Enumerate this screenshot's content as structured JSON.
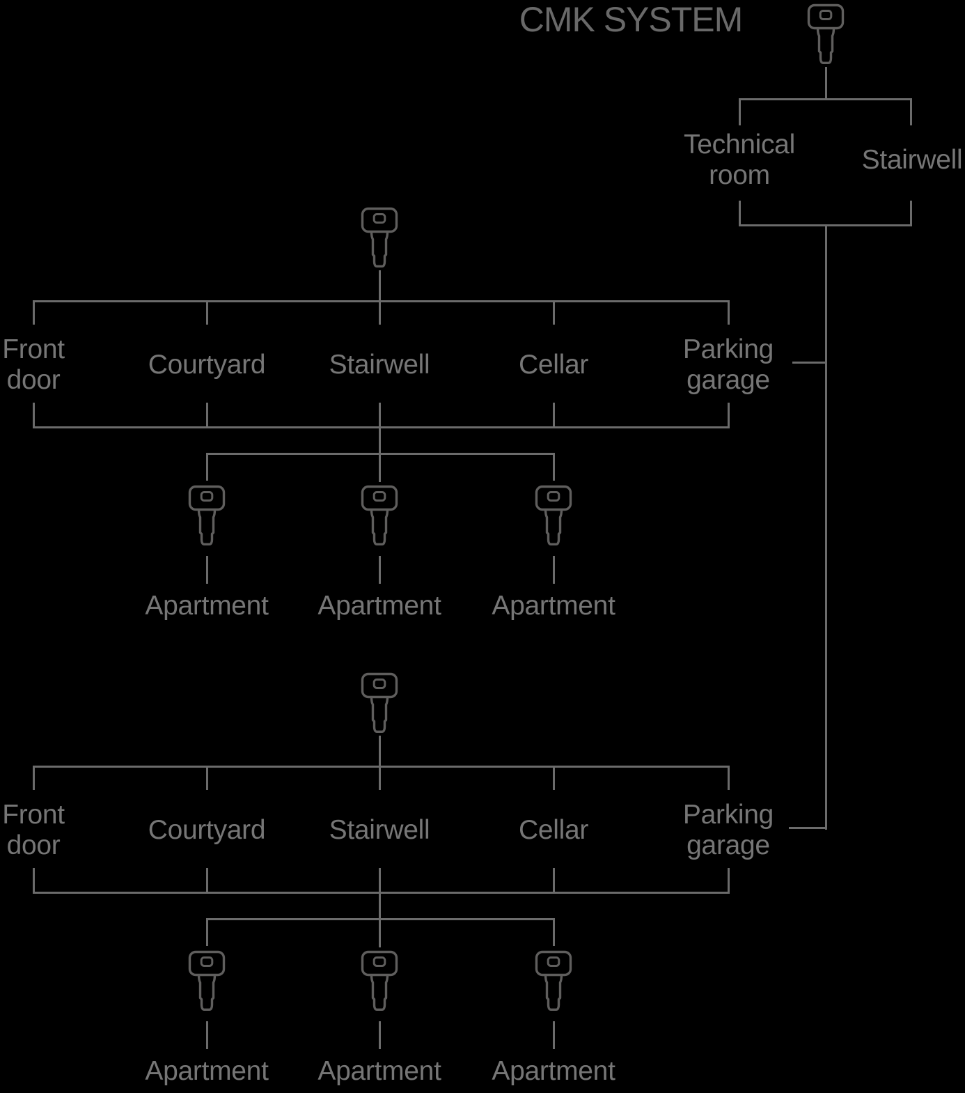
{
  "title": "CMK SYSTEM",
  "colors": {
    "background": "#000000",
    "line": "#6b6b6b",
    "label_text": "#767676",
    "title_text": "#696969",
    "key_outline": "#5f5e5d"
  },
  "master_key": {
    "icon": "key-icon",
    "children": [
      "Technical room",
      "Stairwell"
    ]
  },
  "groups": [
    {
      "key_icon": "key-icon",
      "doors": [
        "Front door",
        "Courtyard",
        "Stairwell",
        "Cellar",
        "Parking garage"
      ],
      "apartment_keys": [
        {
          "icon": "key-icon",
          "label": "Apartment"
        },
        {
          "icon": "key-icon",
          "label": "Apartment"
        },
        {
          "icon": "key-icon",
          "label": "Apartment"
        }
      ]
    },
    {
      "key_icon": "key-icon",
      "doors": [
        "Front door",
        "Courtyard",
        "Stairwell",
        "Cellar",
        "Parking garage"
      ],
      "apartment_keys": [
        {
          "icon": "key-icon",
          "label": "Apartment"
        },
        {
          "icon": "key-icon",
          "label": "Apartment"
        },
        {
          "icon": "key-icon",
          "label": "Apartment"
        }
      ]
    }
  ]
}
